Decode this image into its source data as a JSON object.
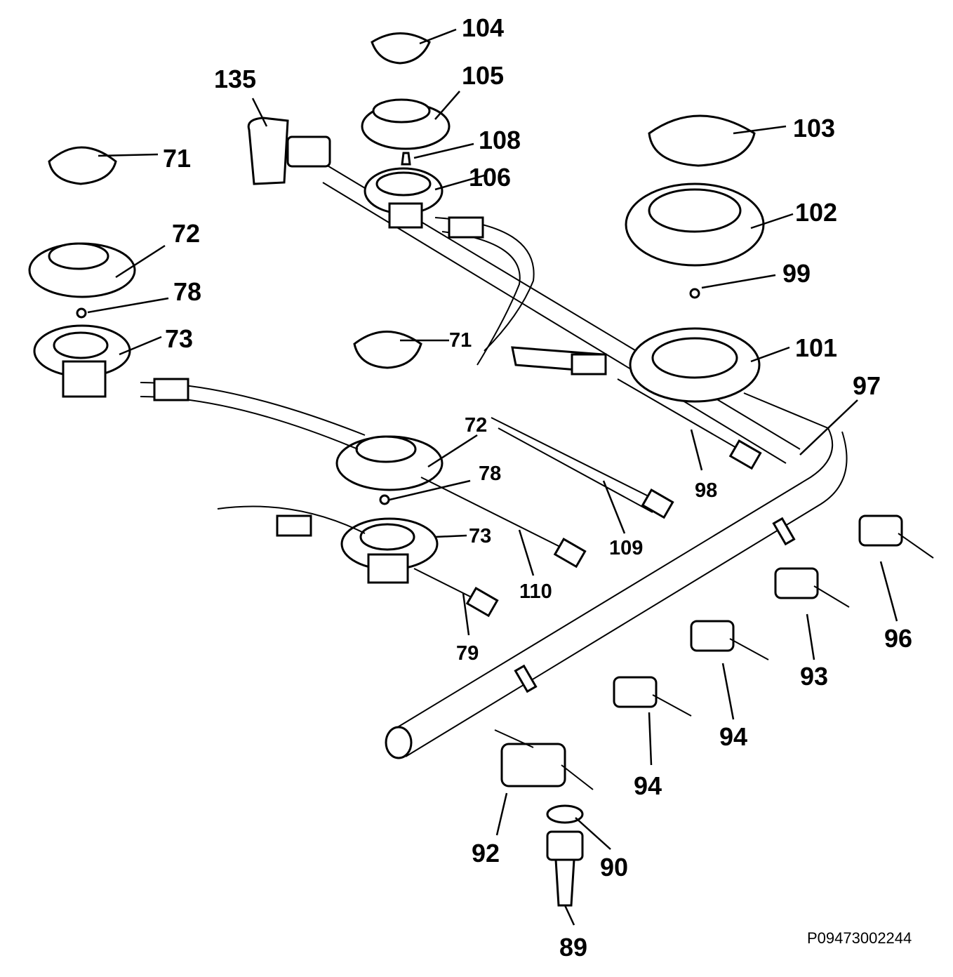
{
  "diagram": {
    "labels": [
      {
        "id": "l104a",
        "text": "104"
      },
      {
        "id": "l105",
        "text": "105"
      },
      {
        "id": "l135",
        "text": "135"
      },
      {
        "id": "l103",
        "text": "103"
      },
      {
        "id": "l108",
        "text": "108"
      },
      {
        "id": "l71a",
        "text": "71"
      },
      {
        "id": "l106",
        "text": "106"
      },
      {
        "id": "l102",
        "text": "102"
      },
      {
        "id": "l72a",
        "text": "72"
      },
      {
        "id": "l99",
        "text": "99"
      },
      {
        "id": "l78a",
        "text": "78"
      },
      {
        "id": "l71b",
        "text": "71"
      },
      {
        "id": "l73a",
        "text": "73"
      },
      {
        "id": "l101",
        "text": "101"
      },
      {
        "id": "l97",
        "text": "97"
      },
      {
        "id": "l72b",
        "text": "72"
      },
      {
        "id": "l78b",
        "text": "78"
      },
      {
        "id": "l98",
        "text": "98"
      },
      {
        "id": "l73b",
        "text": "73"
      },
      {
        "id": "l109",
        "text": "109"
      },
      {
        "id": "l110",
        "text": "110"
      },
      {
        "id": "l79",
        "text": "79"
      },
      {
        "id": "l96",
        "text": "96"
      },
      {
        "id": "l93",
        "text": "93"
      },
      {
        "id": "l94a",
        "text": "94"
      },
      {
        "id": "l94b",
        "text": "94"
      },
      {
        "id": "l92",
        "text": "92"
      },
      {
        "id": "l90",
        "text": "90"
      },
      {
        "id": "l89",
        "text": "89"
      }
    ],
    "drawing_code": "P09473002244"
  }
}
